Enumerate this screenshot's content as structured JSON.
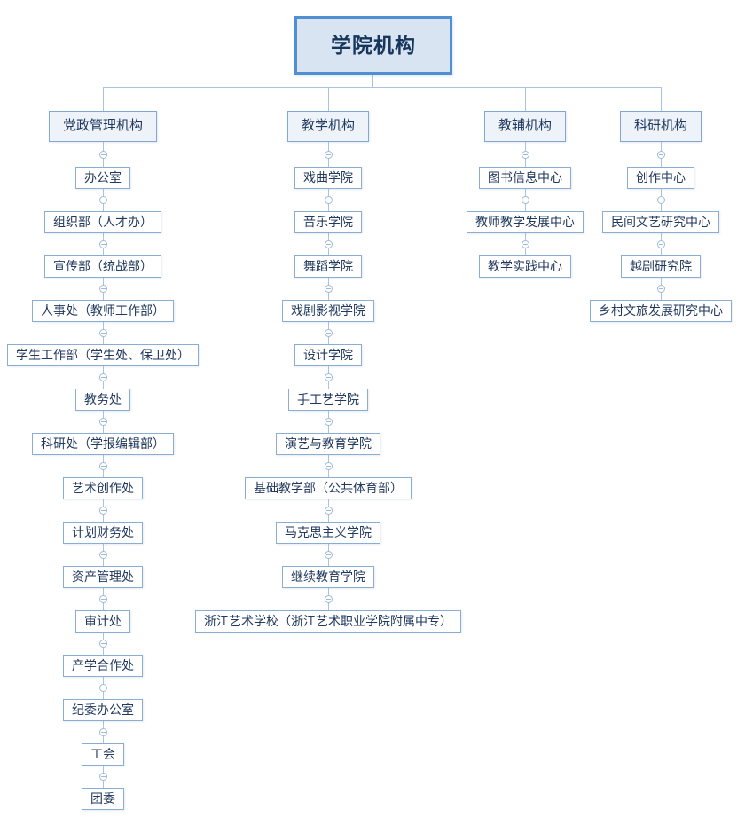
{
  "root": {
    "title": "学院机构"
  },
  "columns": [
    {
      "title": "党政管理机构",
      "items": [
        "办公室",
        "组织部（人才办）",
        "宣传部（统战部）",
        "人事处（教师工作部）",
        "学生工作部（学生处、保卫处）",
        "教务处",
        "科研处（学报编辑部）",
        "艺术创作处",
        "计划财务处",
        "资产管理处",
        "审计处",
        "产学合作处",
        "纪委办公室",
        "工会",
        "团委"
      ]
    },
    {
      "title": "教学机构",
      "items": [
        "戏曲学院",
        "音乐学院",
        "舞蹈学院",
        "戏剧影视学院",
        "设计学院",
        "手工艺学院",
        "演艺与教育学院",
        "基础教学部（公共体育部）",
        "马克思主义学院",
        "继续教育学院",
        "浙江艺术学校（浙江艺术职业学院附属中专）"
      ]
    },
    {
      "title": "教辅机构",
      "items": [
        "图书信息中心",
        "教师教学发展中心",
        "教学实践中心"
      ]
    },
    {
      "title": "科研机构",
      "items": [
        "创作中心",
        "民间文艺研究中心",
        "越剧研究院",
        "乡村文旅发展研究中心"
      ]
    }
  ],
  "colors": {
    "accent": "#4f8fd2",
    "root_fill": "#d8e4f2",
    "line": "#a9c4e0",
    "text": "#21395e"
  }
}
